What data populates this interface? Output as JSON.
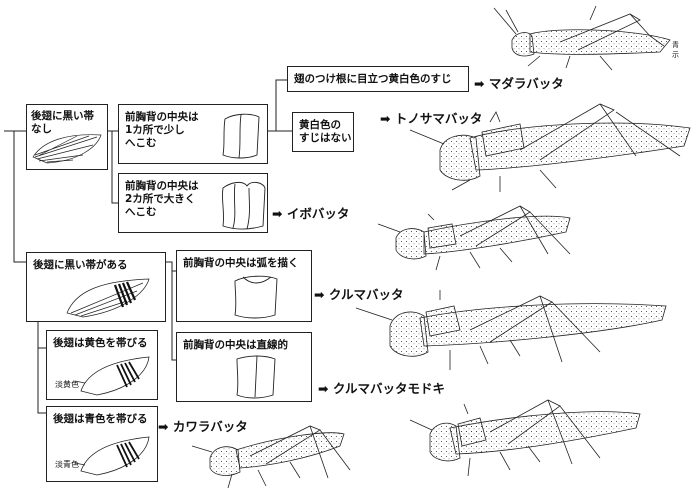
{
  "nodes": {
    "no_band": "後翅に黒い帯\nなし",
    "pronotum_slight": "前胸背の中央は\n1カ所で少し\nへこむ",
    "pronotum_deep": "前胸背の中央は\n2カ所で大きく\nへこむ",
    "wingbase_stripe": "翅のつけ根に目立つ黄白色のすじ",
    "no_stripe": "黄白色の\nすじはない",
    "black_band": "後翅に黒い帯がある",
    "arc": "前胸背の中央は弧を描く",
    "straight": "前胸背の中央は直線的",
    "yellow": "後翅は黄色を帯びる",
    "blue": "後翅は青色を帯びる"
  },
  "labels": {
    "pale_yellow": "淡黄色",
    "pale_blue": "淡青色",
    "blue_mark": "青",
    "mark2": "示"
  },
  "species": {
    "madara": "➡ マダラバッタ",
    "tonosama": "➡ トノサマバッタ",
    "ibo": "➡ イボバッタ",
    "kuruma": "➡ クルマバッタ",
    "kuruma_modoki": "➡ クルマバッタモドキ",
    "kawara": "➡ カワラバッタ"
  }
}
